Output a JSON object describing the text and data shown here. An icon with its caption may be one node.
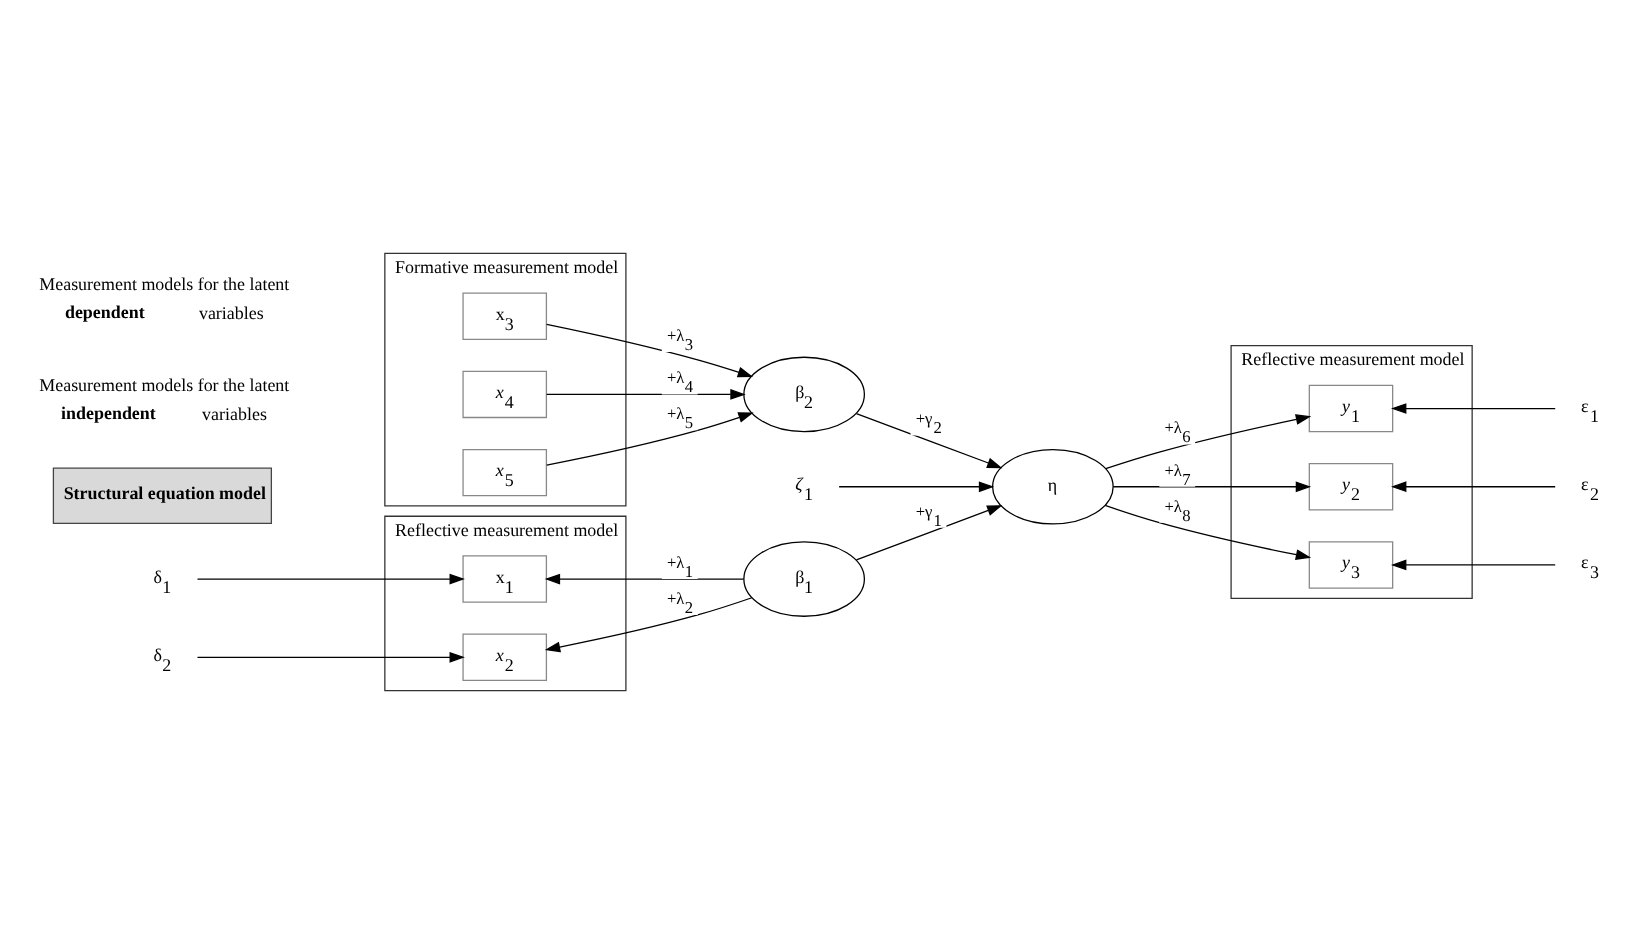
{
  "diagram": {
    "nodes": [
      {
        "text": [
          "Reflective measurement model"
        ]
      },
      {
        "text": [
          "x$_{1}$"
        ],
        "in": 0
      },
      {
        "text": [
          "*x*$_{2}$"
        ],
        "in": 0
      },
      {
        "text": [
          "Formative measurement model"
        ]
      },
      {
        "text": [
          "x$_{3}$"
        ],
        "in": 3
      },
      {
        "text": [
          "*x*$_{4}$"
        ],
        "in": 3
      },
      {
        "text": [
          "*x*$_{5}$"
        ],
        "in": 3
      },
      {
        "text": [
          "Structural equation model"
        ]
      },
      {
        "text": [
          "β$_{1}$"
        ]
      },
      {
        "text": [
          "β$_{2}$"
        ]
      },
      {
        "text": [
          "η"
        ]
      },
      {
        "text": [
          "Reflective measurement model"
        ]
      },
      {
        "text": [
          "*y*$_{1}$"
        ],
        "in": 11
      },
      {
        "text": [
          "*y*$_{2}$"
        ],
        "in": 11
      },
      {
        "text": [
          "*y*$_{3}$"
        ],
        "in": 11
      },
      {
        "text": [
          "δ$_{1}$"
        ]
      },
      {
        "text": [
          "δ$_{2}$"
        ]
      },
      {
        "text": [
          "*ζ*$_{1}$"
        ]
      },
      {
        "text": [
          "ε$_{1}$"
        ]
      },
      {
        "text": [
          "ε$_{2}$"
        ]
      },
      {
        "text": [
          "ε$_{3}$"
        ]
      }
    ],
    "edges": [
      {
        "from": 8,
        "to": 1,
        "arrow": "to",
        "label": "+λ$_{1}$"
      },
      {
        "from": 8,
        "to": 2,
        "arrow": "to",
        "label": "+λ$_{2}$"
      },
      {
        "from": 4,
        "to": 9,
        "arrow": "to",
        "label": "+λ$_{3}$"
      },
      {
        "from": 5,
        "to": 9,
        "arrow": "to",
        "label": "+λ$_{4}$"
      },
      {
        "from": 6,
        "to": 9,
        "arrow": "to",
        "label": "+λ$_{5}$"
      },
      {
        "from": 8,
        "to": 10,
        "arrow": "to",
        "label": "+γ$_{1}$"
      },
      {
        "from": 9,
        "to": 10,
        "arrow": "to",
        "label": "+γ$_{2}$"
      },
      {
        "from": 10,
        "to": 12,
        "arrow": "to",
        "label": "+λ$_{6}$"
      },
      {
        "from": 10,
        "to": 13,
        "arrow": "to",
        "label": "+λ$_{7}$"
      },
      {
        "from": 10,
        "to": 14,
        "arrow": "to",
        "label": "+λ$_{8}$"
      },
      {
        "from": 15,
        "to": 1,
        "arrow": "to"
      },
      {
        "from": 16,
        "to": 2,
        "arrow": "to"
      },
      {
        "from": 17,
        "to": 10,
        "arrow": "to"
      },
      {
        "from": 18,
        "to": 12,
        "arrow": "to"
      },
      {
        "from": 19,
        "to": 13,
        "arrow": "to"
      },
      {
        "from": 20,
        "to": 14,
        "arrow": "to"
      }
    ],
    "labels": [
      "Measurement models for the latent **independent** variables",
      "Measurement models for the latent **dependent** variables"
    ]
  }
}
